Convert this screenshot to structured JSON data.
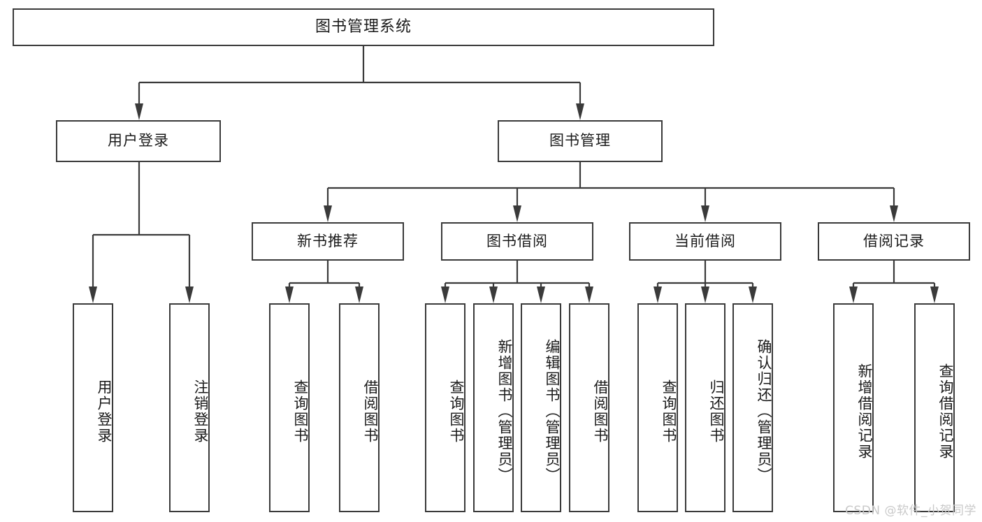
{
  "diagram": {
    "title": "图书管理系统",
    "type": "hierarchy-tree",
    "background_color": "#ffffff",
    "border_color": "#3a3a3a",
    "text_color": "#1a1a1a"
  },
  "nodes": {
    "root": {
      "label": "图书管理系统",
      "level": 0
    },
    "level1": [
      {
        "id": "user-login",
        "label": "用户登录"
      },
      {
        "id": "book-management",
        "label": "图书管理"
      }
    ],
    "level2": [
      {
        "id": "new-book-recommend",
        "label": "新书推荐",
        "parent": "book-management"
      },
      {
        "id": "book-borrow",
        "label": "图书借阅",
        "parent": "book-management"
      },
      {
        "id": "current-borrow",
        "label": "当前借阅",
        "parent": "book-management"
      },
      {
        "id": "borrow-record",
        "label": "借阅记录",
        "parent": "book-management"
      }
    ],
    "leaves": [
      {
        "id": "leaf-user-login",
        "label": "用户登录",
        "parent": "user-login"
      },
      {
        "id": "leaf-user-logout",
        "label": "注销登录",
        "parent": "user-login"
      },
      {
        "id": "leaf-query-book-1",
        "label": "查询图书",
        "parent": "new-book-recommend"
      },
      {
        "id": "leaf-borrow-book-1",
        "label": "借阅图书",
        "parent": "new-book-recommend"
      },
      {
        "id": "leaf-query-book-2",
        "label": "查询图书",
        "parent": "book-borrow"
      },
      {
        "id": "leaf-add-book",
        "label": "新增图书（管理员）",
        "parent": "book-borrow"
      },
      {
        "id": "leaf-edit-book",
        "label": "编辑图书（管理员）",
        "parent": "book-borrow"
      },
      {
        "id": "leaf-borrow-book-2",
        "label": "借阅图书",
        "parent": "book-borrow"
      },
      {
        "id": "leaf-query-book-3",
        "label": "查询图书",
        "parent": "current-borrow"
      },
      {
        "id": "leaf-return-book",
        "label": "归还图书",
        "parent": "current-borrow"
      },
      {
        "id": "leaf-confirm-return",
        "label": "确认归还（管理员）",
        "parent": "current-borrow"
      },
      {
        "id": "leaf-add-record",
        "label": "新增借阅记录",
        "parent": "borrow-record"
      },
      {
        "id": "leaf-query-record",
        "label": "查询借阅记录",
        "parent": "borrow-record"
      }
    ]
  },
  "watermark": {
    "text": "CSDN @软件_小贺同学"
  }
}
